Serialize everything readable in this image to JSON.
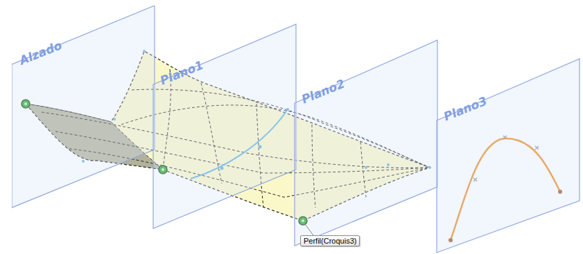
{
  "diagram": {
    "nodes": [
      {
        "text": [
          "Alzado"
        ]
      },
      {
        "text": [
          "Plano1"
        ]
      },
      {
        "text": [
          "Plano2"
        ]
      },
      {
        "text": [
          "Plano3"
        ]
      },
      {
        "text": [
          "Perfil(Croquis3)"
        ]
      }
    ]
  }
}
